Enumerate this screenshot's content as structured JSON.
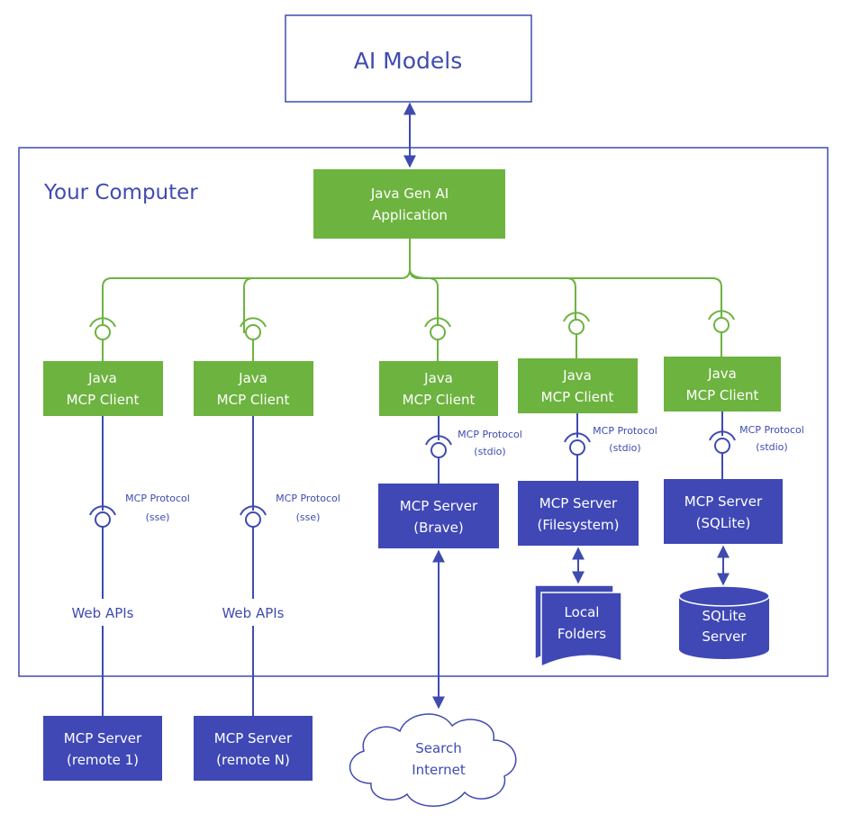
{
  "colors": {
    "green": "#6db33f",
    "blue": "#3f48b5",
    "line_blue": "#3f4bb0",
    "text_white": "#ffffff"
  },
  "ai_models": {
    "label": "AI Models"
  },
  "computer": {
    "label": "Your Computer"
  },
  "app": {
    "line1": "Java Gen AI",
    "line2": "Application"
  },
  "clients": [
    {
      "line1": "Java",
      "line2": "MCP Client"
    },
    {
      "line1": "Java",
      "line2": "MCP Client"
    },
    {
      "line1": "Java",
      "line2": "MCP Client"
    },
    {
      "line1": "Java",
      "line2": "MCP Client"
    },
    {
      "line1": "Java",
      "line2": "MCP Client"
    }
  ],
  "protocols": [
    {
      "line1": "MCP Protocol",
      "line2": "(sse)"
    },
    {
      "line1": "MCP Protocol",
      "line2": "(sse)"
    },
    {
      "line1": "MCP Protocol",
      "line2": "(stdio)"
    },
    {
      "line1": "MCP Protocol",
      "line2": "(stdio)"
    },
    {
      "line1": "MCP Protocol",
      "line2": "(stdio)"
    }
  ],
  "web_apis": [
    "Web APIs",
    "Web APIs"
  ],
  "local_servers": [
    {
      "line1": "MCP Server",
      "line2": "(Brave)"
    },
    {
      "line1": "MCP Server",
      "line2": "(Filesystem)"
    },
    {
      "line1": "MCP Server",
      "line2": "(SQLite)"
    }
  ],
  "remote_servers": [
    {
      "line1": "MCP Server",
      "line2": "(remote 1)"
    },
    {
      "line1": "MCP Server",
      "line2": "(remote N)"
    }
  ],
  "local_folders": {
    "line1": "Local",
    "line2": "Folders"
  },
  "sqlite_server": {
    "line1": "SQLite",
    "line2": "Server"
  },
  "search_internet": {
    "line1": "Search",
    "line2": "Internet"
  }
}
